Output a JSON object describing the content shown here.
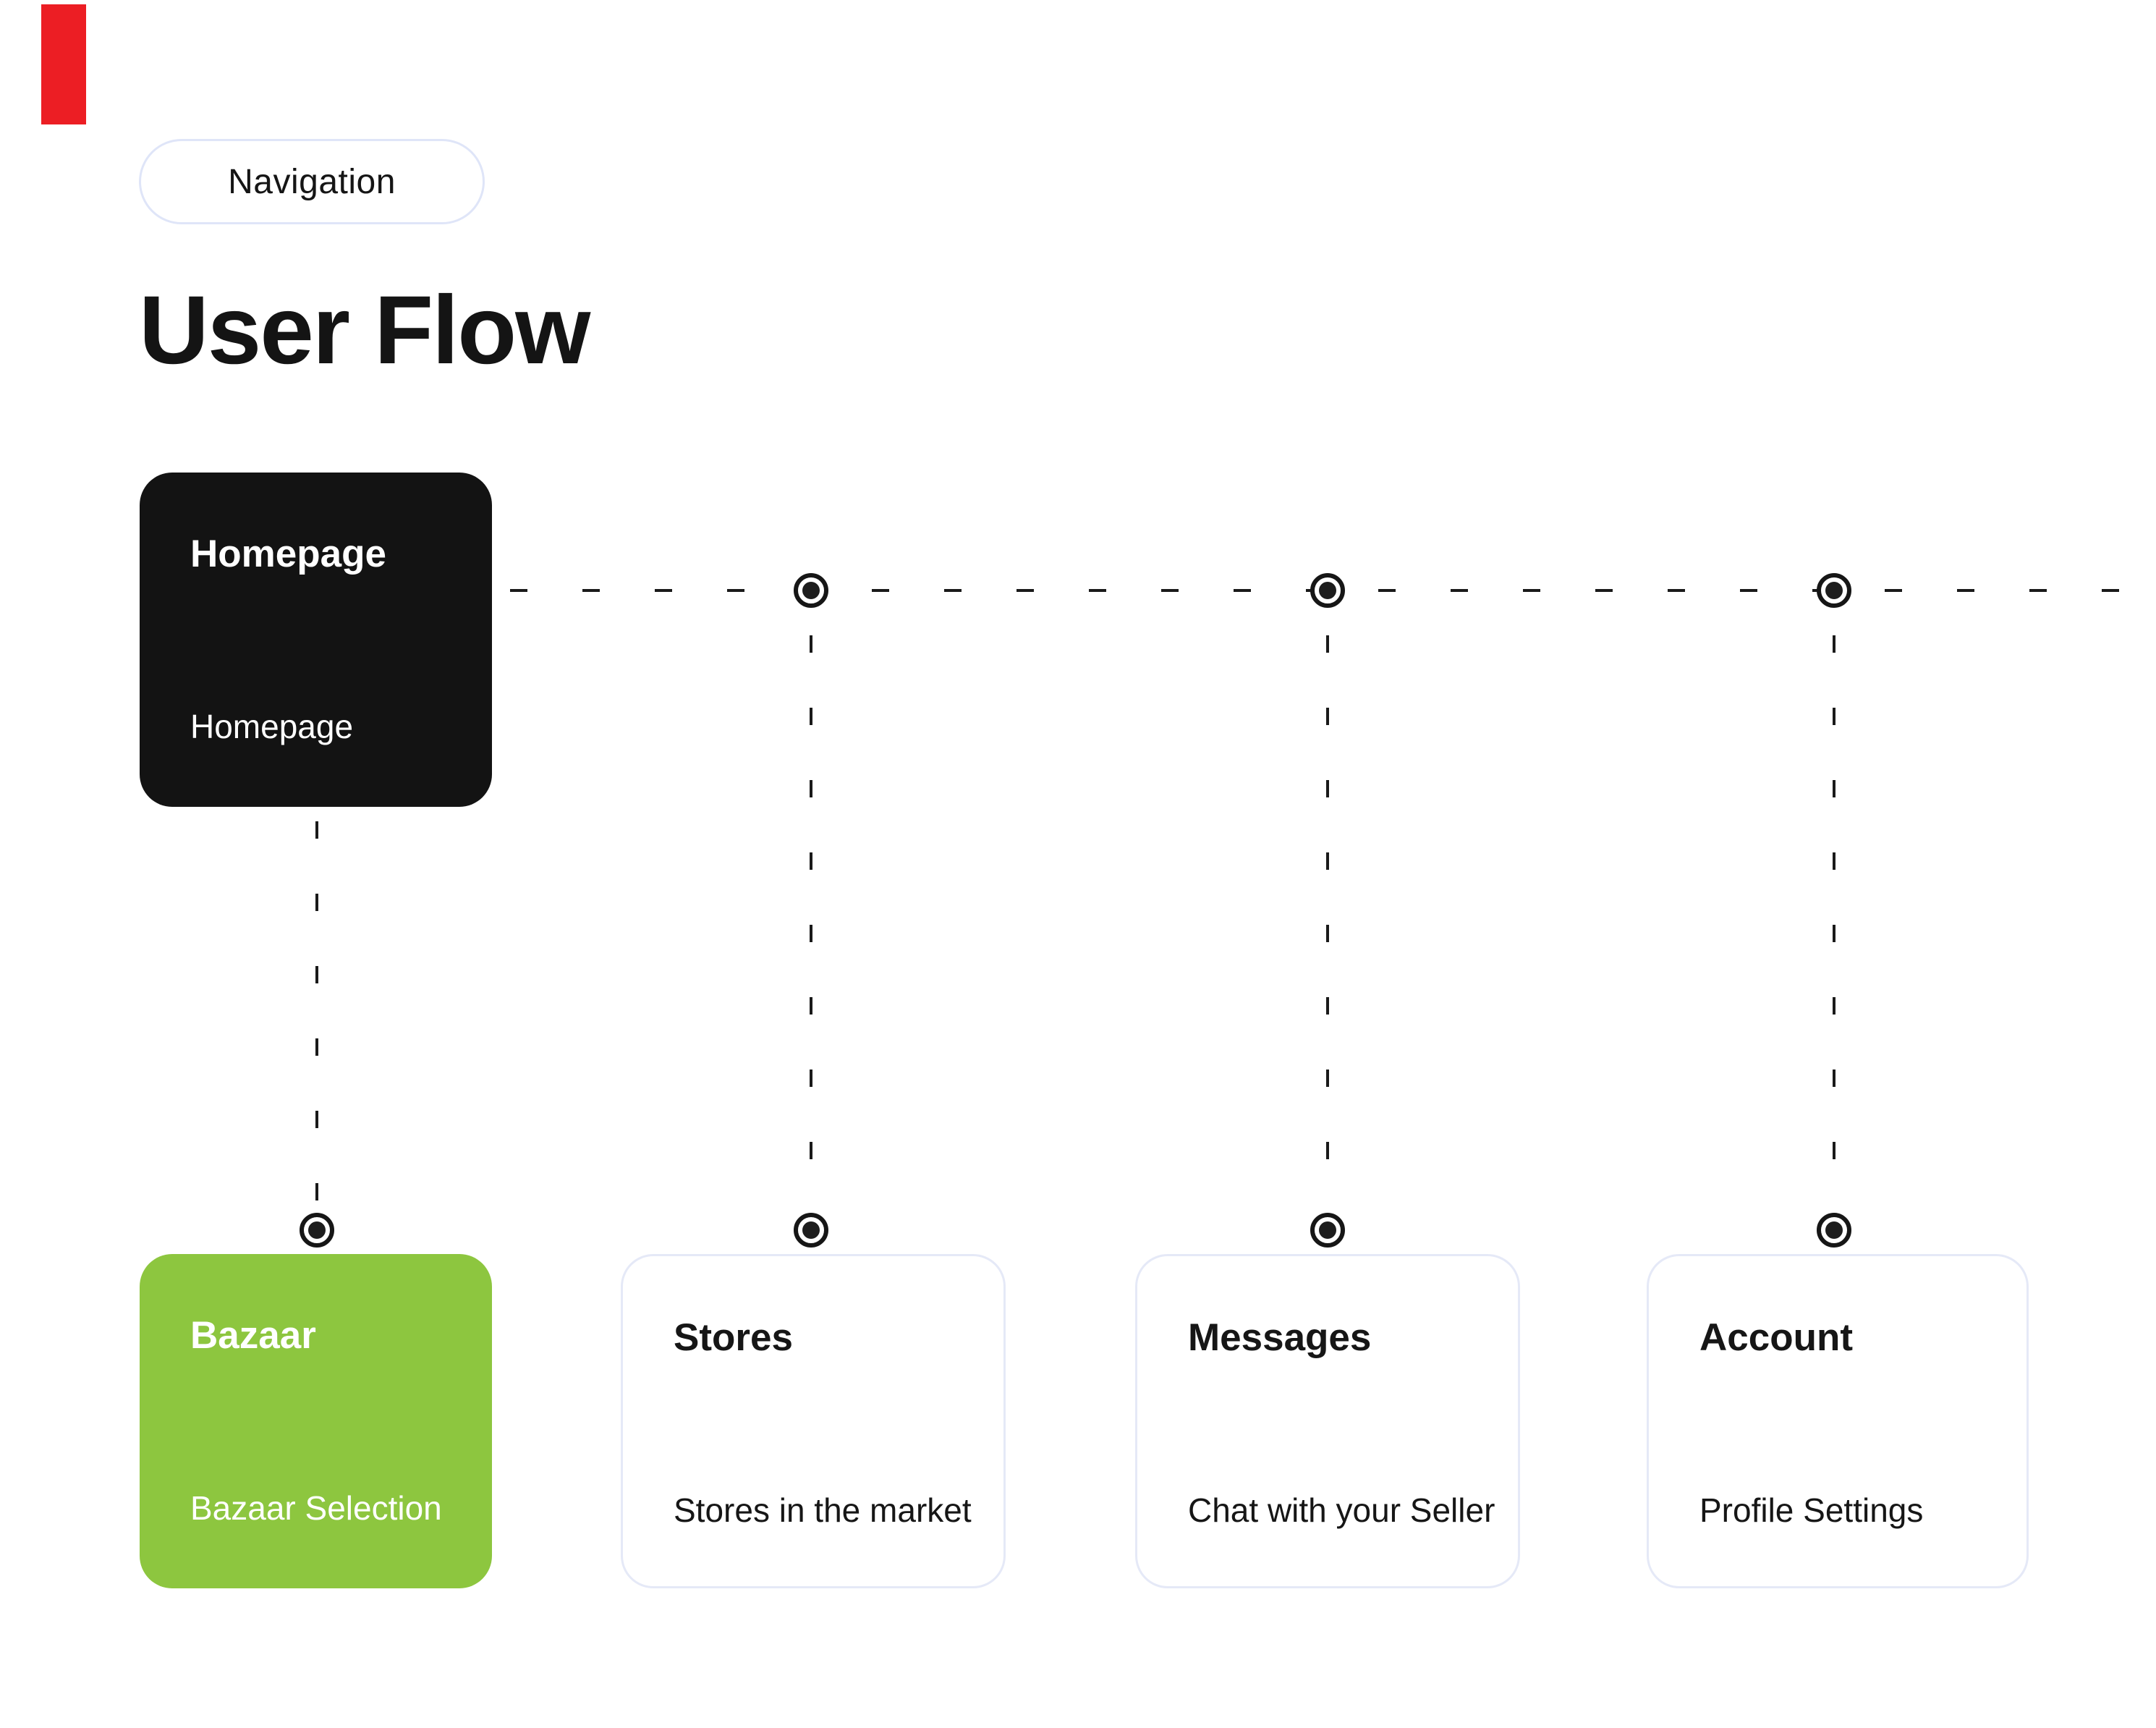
{
  "badge": {
    "label": "Navigation"
  },
  "heading": {
    "title": "User Flow"
  },
  "cards": [
    {
      "id": "homepage",
      "title": "Homepage",
      "subtitle": "Homepage",
      "variant": "dark",
      "bg": "#131313",
      "text": "#ffffff"
    },
    {
      "id": "bazaar",
      "title": "Bazaar",
      "subtitle": "Bazaar Selection",
      "variant": "accent",
      "bg": "#8dc63f",
      "text": "#ffffff"
    },
    {
      "id": "stores",
      "title": "Stores",
      "subtitle": "Stores in the market",
      "variant": "light",
      "bg": "#ffffff",
      "text": "#161616"
    },
    {
      "id": "messages",
      "title": "Messages",
      "subtitle": "Chat with your Seller",
      "variant": "light",
      "bg": "#ffffff",
      "text": "#161616"
    },
    {
      "id": "account",
      "title": "Account",
      "subtitle": "Profile Settings",
      "variant": "light",
      "bg": "#ffffff",
      "text": "#161616"
    }
  ],
  "colors": {
    "accent_green": "#8dc63f",
    "card_dark": "#131313",
    "card_border": "#e5e9f7",
    "badge_border": "#dfe5f8",
    "connector": "#1a1a1a",
    "annotation_red": "#ec1e24",
    "background": "#ffffff"
  }
}
